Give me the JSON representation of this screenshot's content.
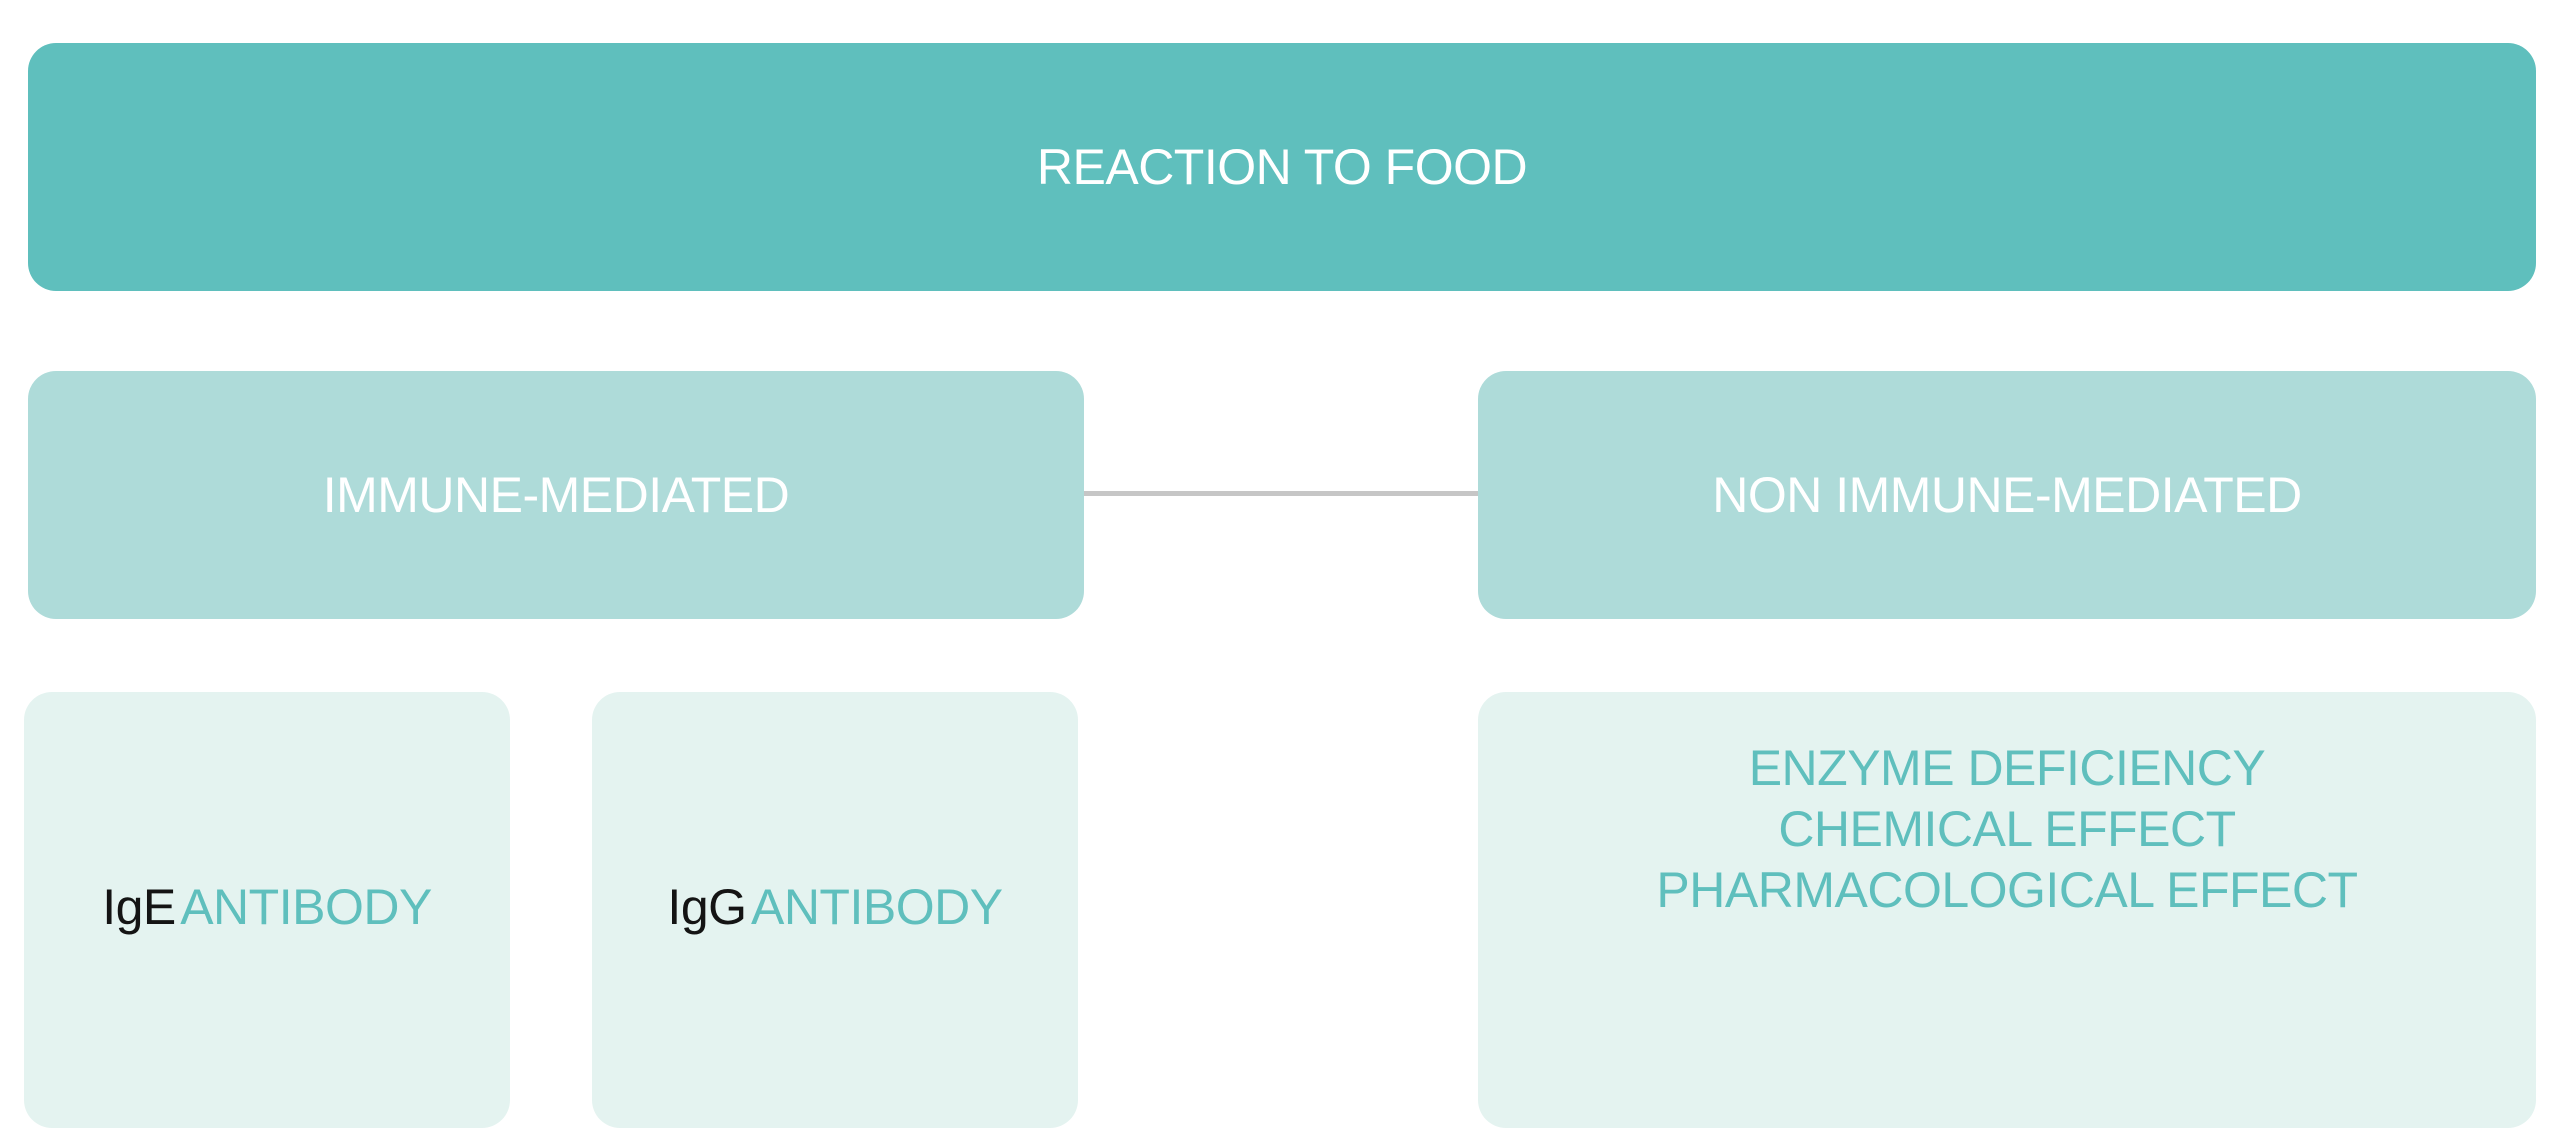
{
  "colors": {
    "top_fill": "#5fbfbd",
    "mid_fill": "#aedbd9",
    "leaf_fill": "#e4f3f0",
    "accent_text": "#5fbfbd",
    "connector": "#c6c6c6"
  },
  "root": {
    "label": "REACTION TO FOOD"
  },
  "categories": {
    "immune": {
      "label": "IMMUNE-MEDIATED"
    },
    "non_immune": {
      "label": "NON IMMUNE-MEDIATED"
    }
  },
  "leaves": {
    "ige": {
      "prefix": "IgE",
      "suffix": "ANTIBODY"
    },
    "igg": {
      "prefix": "IgG",
      "suffix": "ANTIBODY"
    },
    "non_immune_lines": [
      "ENZYME DEFICIENCY",
      "CHEMICAL EFFECT",
      "PHARMACOLOGICAL EFFECT"
    ]
  }
}
